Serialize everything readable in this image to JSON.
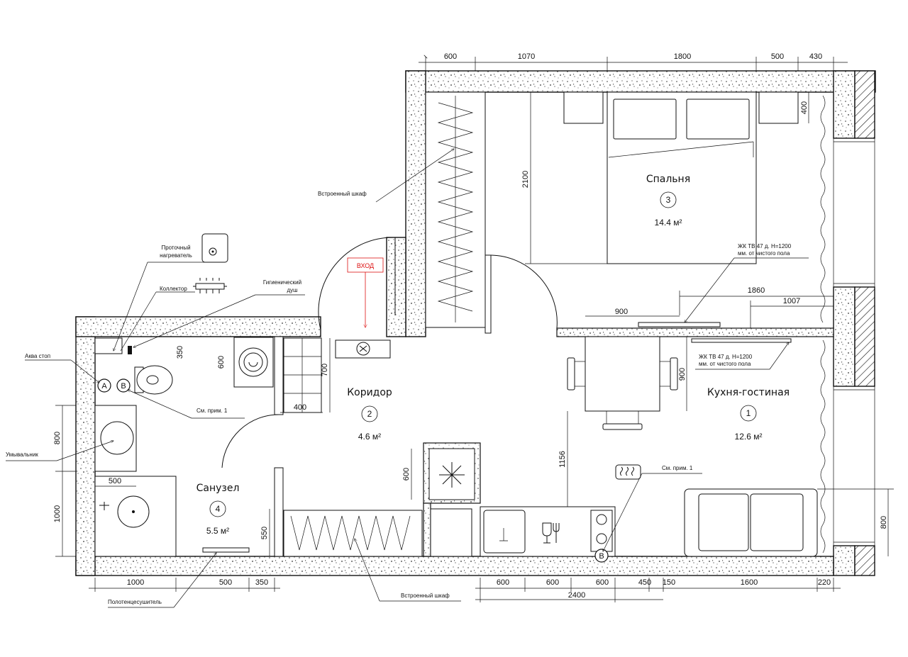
{
  "rooms": [
    {
      "number": "1",
      "name": "Кухня-гостиная",
      "area": "12.6 м²"
    },
    {
      "number": "2",
      "name": "Коридор",
      "area": "4.6 м²"
    },
    {
      "number": "3",
      "name": "Спальня",
      "area": "14.4 м²"
    },
    {
      "number": "4",
      "name": "Санузел",
      "area": "5.5 м²"
    }
  ],
  "entry_label": "ВХОД",
  "callouts": {
    "wardrobe_top": "Встроенный шкаф",
    "wardrobe_bottom": "Встроенный шкаф",
    "heater": [
      "Проточный",
      "нагреватель"
    ],
    "collector": "Коллектор",
    "hygienic_shower": [
      "Гигиенический",
      "душ"
    ],
    "aqua_stop": "Аква стоп",
    "see_note_1_bath": "См. прим. 1",
    "see_note_1_kitchen": "См. прим. 1",
    "washbasin": "Умывальник",
    "towel_dryer": "Полотенцесушитель",
    "tv_bedroom": [
      "ЖК ТВ 47 д. Н=1200",
      "мм. от чистого пола"
    ],
    "tv_kitchen": [
      "ЖК ТВ 47 д. Н=1200",
      "мм. от чистого пола"
    ]
  },
  "markers": {
    "a": "A",
    "b": "B",
    "b_kitchen": "B"
  },
  "dimensions": {
    "top": [
      "600",
      "1070",
      "1800",
      "500",
      "430"
    ],
    "bottom_left": [
      "1000",
      "500",
      "350"
    ],
    "bottom_right": [
      "600",
      "600",
      "600",
      "450",
      "150",
      "1600",
      "220"
    ],
    "bottom_total": "2400",
    "left": [
      "800",
      "1000"
    ],
    "right": [
      "400",
      "800"
    ],
    "wardrobe_depth": "2100",
    "bed_to_tv": "1860",
    "tv_offset": "1007",
    "tv_width": "900",
    "table_size": "900",
    "table_to_kitchen": "1156",
    "bath_350": "350",
    "bath_600": "600",
    "bath_700": "700",
    "bath_400": "400",
    "sink_500": "500",
    "bath_550": "550",
    "fridge_600": "600"
  }
}
